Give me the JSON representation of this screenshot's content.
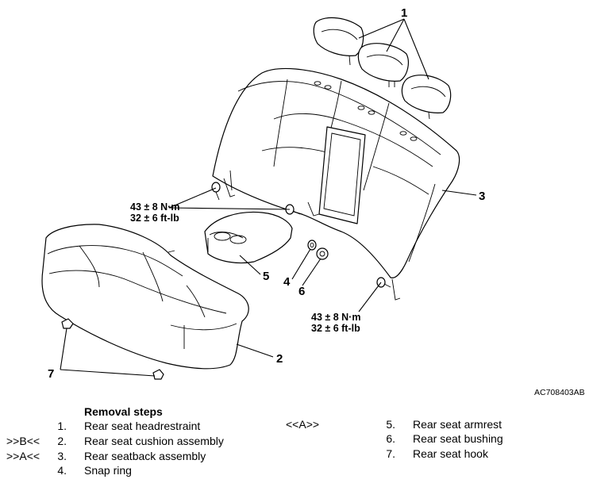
{
  "figure": {
    "figure_id": "AC708403AB",
    "callouts": [
      "1",
      "2",
      "3",
      "4",
      "5",
      "6",
      "7"
    ],
    "torque_upper": {
      "line1": "43 ± 8 N·m",
      "line2": "32 ± 6 ft-lb"
    },
    "torque_lower": {
      "line1": "43 ± 8 N·m",
      "line2": "32 ± 6 ft-lb"
    }
  },
  "legend": {
    "title": "Removal steps",
    "steps": [
      {
        "num": "1.",
        "text": "Rear seat headrestraint",
        "mark": ""
      },
      {
        "num": "2.",
        "text": "Rear seat cushion assembly",
        "mark": ">>B<<"
      },
      {
        "num": "3.",
        "text": "Rear seatback assembly",
        "mark": ">>A<<"
      },
      {
        "num": "4.",
        "text": "Snap ring",
        "mark": ""
      },
      {
        "num": "5.",
        "text": "Rear seat armrest",
        "mark": "<<A>>"
      },
      {
        "num": "6.",
        "text": "Rear seat bushing",
        "mark": ""
      },
      {
        "num": "7.",
        "text": "Rear seat hook",
        "mark": ""
      }
    ]
  }
}
